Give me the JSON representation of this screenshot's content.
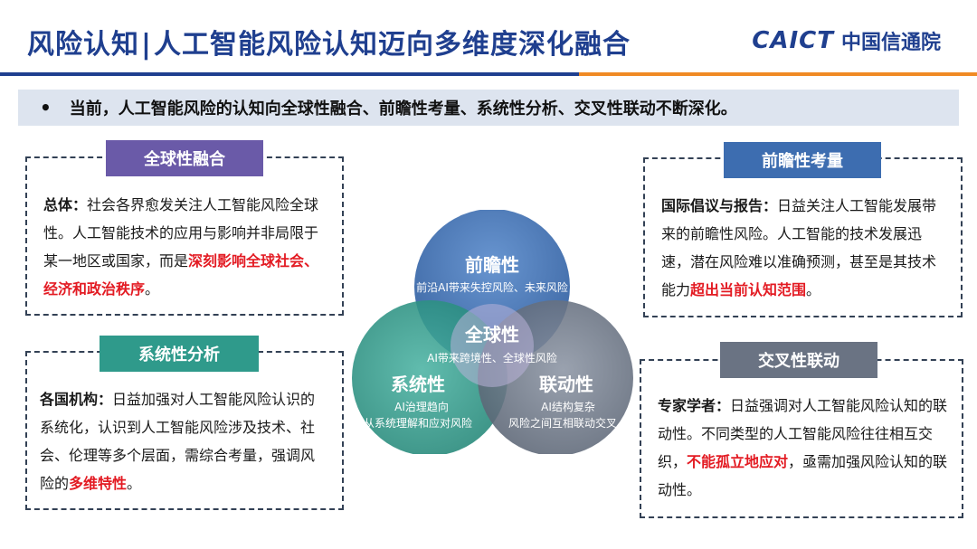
{
  "header": {
    "title_prefix": "风险认知",
    "separator": "|",
    "title_main": "人工智能风险认知迈向多维度深化融合",
    "logo_en": "CAICT",
    "logo_cn": "中国信通院"
  },
  "summary": {
    "bullet": "•",
    "text": "当前，人工智能风险的认知向全球性融合、前瞻性考量、系统性分析、交叉性联动不断深化。"
  },
  "panels": {
    "global": {
      "tag": "全球性融合",
      "lead": "总体：",
      "text": "社会各界愈发关注人工智能风险全球性。人工智能技术的应用与影响并非局限于某一地区或国家，而是",
      "highlight": "深刻影响全球社会、经济和政治秩序",
      "tail": "。"
    },
    "system": {
      "tag": "系统性分析",
      "lead": "各国机构：",
      "text": "日益加强对人工智能风险认识的系统化，认识到人工智能风险涉及技术、社会、伦理等多个层面，需综合考量，强调风险的",
      "highlight": "多维特性",
      "tail": "。"
    },
    "forward": {
      "tag": "前瞻性考量",
      "lead": "国际倡议与报告：",
      "text": "日益关注人工智能发展带来的前瞻性风险。人工智能的技术发展迅速，潜在风险难以准确预测，甚至是其技术能力",
      "highlight": "超出当前认知范围",
      "tail": "。"
    },
    "cross": {
      "tag": "交叉性联动",
      "lead": "专家学者：",
      "text": "日益强调对人工智能风险认知的联动性。不同类型的人工智能风险往往相互交织，",
      "highlight": "不能孤立地应对",
      "tail": "，亟需加强风险认知的联动性。"
    }
  },
  "venn": {
    "top": {
      "title": "前瞻性",
      "sub": "前沿AI带来失控风险、未来风险"
    },
    "center": {
      "title": "全球性",
      "sub": "AI带来跨境性、全球性风险"
    },
    "left": {
      "title": "系统性",
      "sub1": "AI治理趋向",
      "sub2": "从系统理解和应对风险"
    },
    "right": {
      "title": "联动性",
      "sub1": "AI结构复杂",
      "sub2": "风险之间互相联动交叉"
    }
  },
  "colors": {
    "brand_blue": "#1f3f8f",
    "accent_orange": "#f08a24",
    "highlight_red": "#e31b23",
    "venn_top": "#3d6db0",
    "venn_left": "#2f9a8b",
    "venn_right": "#6a7383",
    "venn_center": "#6a5aa8"
  }
}
